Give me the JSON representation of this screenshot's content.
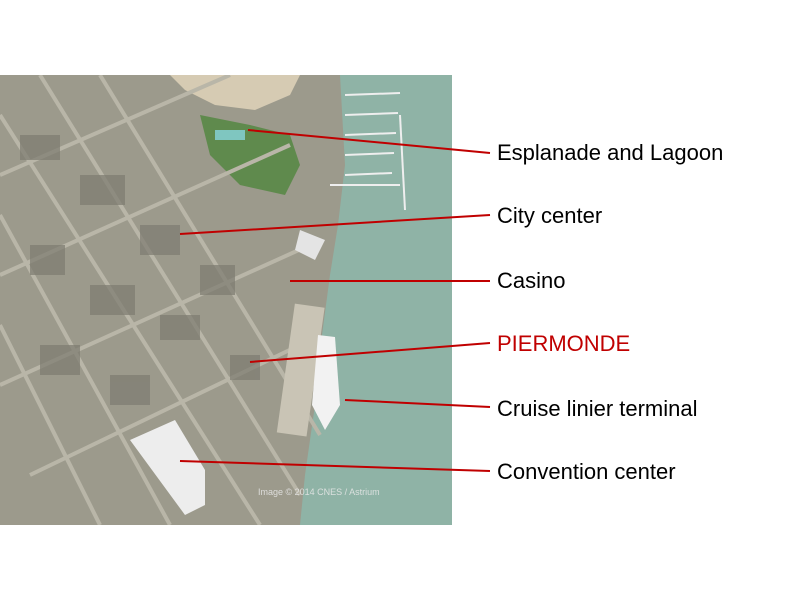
{
  "colors": {
    "pointer_line": "#c00000",
    "highlight_label": "#c00000",
    "label_text": "#000000",
    "water": "#8fb3a6"
  },
  "labels": [
    {
      "id": "esplanade",
      "text": "Esplanade and Lagoon",
      "highlight": false
    },
    {
      "id": "city",
      "text": "City center",
      "highlight": false
    },
    {
      "id": "casino",
      "text": "Casino",
      "highlight": false
    },
    {
      "id": "piermonde",
      "text": "PIERMONDE",
      "highlight": true
    },
    {
      "id": "cruise",
      "text": "Cruise linier terminal",
      "highlight": false
    },
    {
      "id": "convention",
      "text": "Convention center",
      "highlight": false
    }
  ],
  "image_credit": "Image © 2014 CNES / Astrium"
}
